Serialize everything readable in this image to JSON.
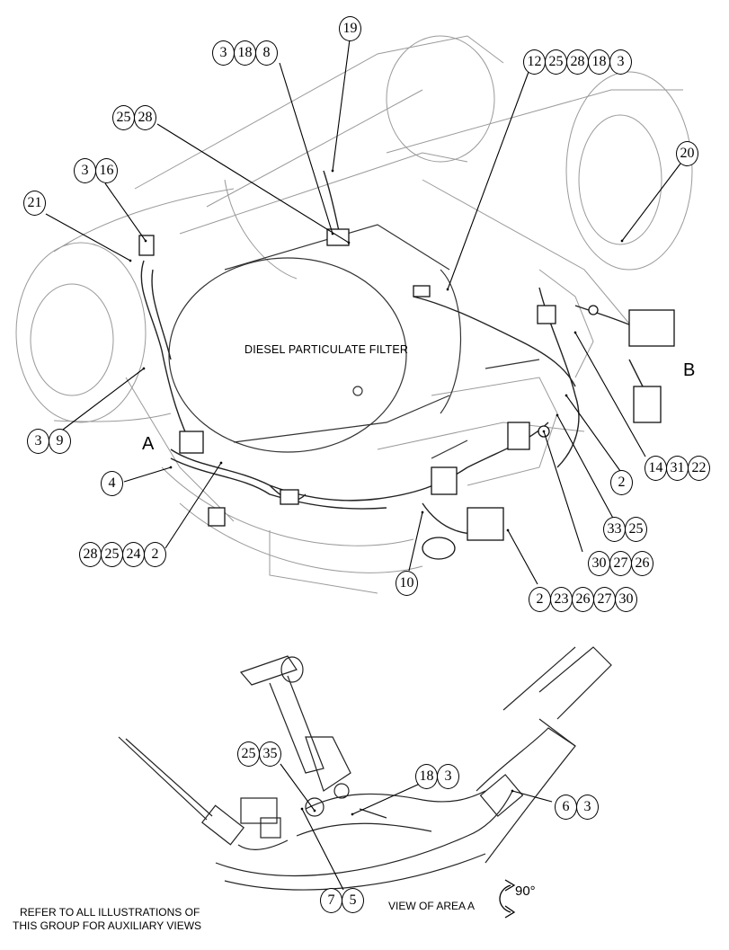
{
  "diagram_title": "DIESEL PARTICULATE FILTER",
  "view_labels": {
    "a": "A",
    "b": "B"
  },
  "footer": {
    "note_line1": "REFER TO ALL ILLUSTRATIONS OF",
    "note_line2": "THIS GROUP FOR AUXILIARY VIEWS",
    "view_caption": "VIEW OF AREA A",
    "rotation": "90°"
  },
  "callouts": [
    {
      "id": "c-19",
      "numbers": [
        "19"
      ]
    },
    {
      "id": "c-3-18-8",
      "numbers": [
        "3",
        "18",
        "8"
      ]
    },
    {
      "id": "c-12-25-28-18-3",
      "numbers": [
        "12",
        "25",
        "28",
        "18",
        "3"
      ]
    },
    {
      "id": "c-25-28",
      "numbers": [
        "25",
        "28"
      ]
    },
    {
      "id": "c-3-16",
      "numbers": [
        "3",
        "16"
      ]
    },
    {
      "id": "c-20",
      "numbers": [
        "20"
      ]
    },
    {
      "id": "c-21",
      "numbers": [
        "21"
      ]
    },
    {
      "id": "c-3-9",
      "numbers": [
        "3",
        "9"
      ]
    },
    {
      "id": "c-4",
      "numbers": [
        "4"
      ]
    },
    {
      "id": "c-14-31-22",
      "numbers": [
        "14",
        "31",
        "22"
      ]
    },
    {
      "id": "c-2-right",
      "numbers": [
        "2"
      ]
    },
    {
      "id": "c-33-25",
      "numbers": [
        "33",
        "25"
      ]
    },
    {
      "id": "c-28-25-24-2",
      "numbers": [
        "28",
        "25",
        "24",
        "2"
      ]
    },
    {
      "id": "c-30-27-26",
      "numbers": [
        "30",
        "27",
        "26"
      ]
    },
    {
      "id": "c-10",
      "numbers": [
        "10"
      ]
    },
    {
      "id": "c-2-23-26-27-30",
      "numbers": [
        "2",
        "23",
        "26",
        "27",
        "30"
      ]
    },
    {
      "id": "c-25-35",
      "numbers": [
        "25",
        "35"
      ]
    },
    {
      "id": "c-18-3",
      "numbers": [
        "18",
        "3"
      ]
    },
    {
      "id": "c-6-3",
      "numbers": [
        "6",
        "3"
      ]
    },
    {
      "id": "c-7-5",
      "numbers": [
        "7",
        "5"
      ]
    }
  ]
}
